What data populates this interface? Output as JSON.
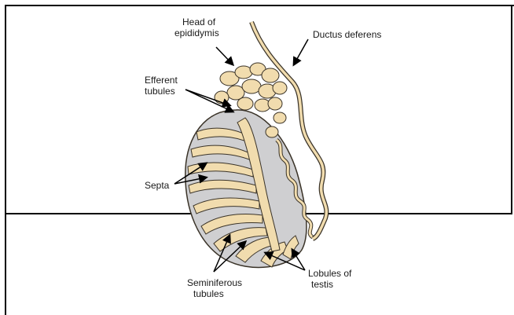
{
  "labels": {
    "head_epididymis_1": "Head of",
    "head_epididymis_2": "epididymis",
    "ductus_deferens": "Ductus deferens",
    "efferent_1": "Efferent",
    "efferent_2": "tubules",
    "septa": "Septa",
    "seminiferous_1": "Seminiferous",
    "seminiferous_2": "tubules",
    "lobules_1": "Lobules of",
    "lobules_2": "testis"
  },
  "colors": {
    "tubule_fill": "#f1dcae",
    "tubule_stroke": "#3a3328",
    "capsule_fill": "#cfcfd1",
    "line": "#000000"
  }
}
